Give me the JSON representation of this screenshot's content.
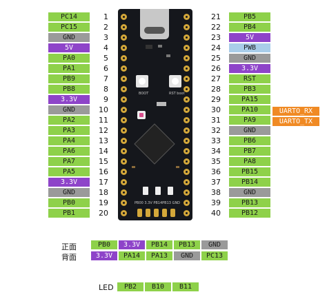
{
  "left_pins": [
    {
      "num": "1",
      "label": "PC14",
      "color": "green"
    },
    {
      "num": "2",
      "label": "PC15",
      "color": "green"
    },
    {
      "num": "3",
      "label": "GND",
      "color": "gray"
    },
    {
      "num": "4",
      "label": "5V",
      "color": "purple"
    },
    {
      "num": "5",
      "label": "PA0",
      "color": "green"
    },
    {
      "num": "6",
      "label": "PA1",
      "color": "green"
    },
    {
      "num": "7",
      "label": "PB9",
      "color": "green"
    },
    {
      "num": "8",
      "label": "PB8",
      "color": "green"
    },
    {
      "num": "9",
      "label": "3.3V",
      "color": "purple"
    },
    {
      "num": "10",
      "label": "GND",
      "color": "gray"
    },
    {
      "num": "11",
      "label": "PA2",
      "color": "green"
    },
    {
      "num": "12",
      "label": "PA3",
      "color": "green"
    },
    {
      "num": "13",
      "label": "PA4",
      "color": "green"
    },
    {
      "num": "14",
      "label": "PA6",
      "color": "green"
    },
    {
      "num": "15",
      "label": "PA7",
      "color": "green"
    },
    {
      "num": "16",
      "label": "PA5",
      "color": "green"
    },
    {
      "num": "17",
      "label": "3.3V",
      "color": "purple"
    },
    {
      "num": "18",
      "label": "GND",
      "color": "gray"
    },
    {
      "num": "19",
      "label": "PB0",
      "color": "green"
    },
    {
      "num": "20",
      "label": "PB1",
      "color": "green"
    }
  ],
  "right_pins": [
    {
      "num": "21",
      "label": "PB5",
      "color": "green"
    },
    {
      "num": "22",
      "label": "PB4",
      "color": "green"
    },
    {
      "num": "23",
      "label": "5V",
      "color": "purple"
    },
    {
      "num": "24",
      "label": "PWB",
      "color": "lightblue"
    },
    {
      "num": "25",
      "label": "GND",
      "color": "gray"
    },
    {
      "num": "26",
      "label": "3.3V",
      "color": "purple"
    },
    {
      "num": "27",
      "label": "RST",
      "color": "green"
    },
    {
      "num": "28",
      "label": "PB3",
      "color": "green"
    },
    {
      "num": "29",
      "label": "PA15",
      "color": "green"
    },
    {
      "num": "30",
      "label": "PA10",
      "color": "green"
    },
    {
      "num": "31",
      "label": "PA9",
      "color": "green"
    },
    {
      "num": "32",
      "label": "GND",
      "color": "gray"
    },
    {
      "num": "33",
      "label": "PB6",
      "color": "green"
    },
    {
      "num": "34",
      "label": "PB7",
      "color": "green"
    },
    {
      "num": "35",
      "label": "PA8",
      "color": "green"
    },
    {
      "num": "36",
      "label": "PB15",
      "color": "green"
    },
    {
      "num": "37",
      "label": "PB14",
      "color": "green"
    },
    {
      "num": "38",
      "label": "GND",
      "color": "gray"
    },
    {
      "num": "39",
      "label": "PB13",
      "color": "green"
    },
    {
      "num": "40",
      "label": "PB12",
      "color": "green"
    }
  ],
  "uart": {
    "rx": "UARTO_RX",
    "tx": "UARTO_TX"
  },
  "board": {
    "boot_label": "BOOT",
    "rst_label": "RST boot",
    "bottom_header_label": "PB00 3.3V PB14PB13 GND"
  },
  "front_row": {
    "title": "正面",
    "pins": [
      {
        "label": "PB0",
        "color": "green"
      },
      {
        "label": "3.3V",
        "color": "purple"
      },
      {
        "label": "PB14",
        "color": "green"
      },
      {
        "label": "PB13",
        "color": "green"
      },
      {
        "label": "GND",
        "color": "gray"
      }
    ]
  },
  "back_row": {
    "title": "背面",
    "pins": [
      {
        "label": "3.3V",
        "color": "purple"
      },
      {
        "label": "PA14",
        "color": "green"
      },
      {
        "label": "PA13",
        "color": "green"
      },
      {
        "label": "GND",
        "color": "gray"
      },
      {
        "label": "PC13",
        "color": "green"
      }
    ]
  },
  "led_row": {
    "title": "LED",
    "pins": [
      {
        "label": "PB2",
        "color": "green"
      },
      {
        "label": "B10",
        "color": "green"
      },
      {
        "label": "B11",
        "color": "green"
      }
    ]
  },
  "colors": {
    "green": "#8ed14a",
    "purple": "#8e44c9",
    "gray": "#9a9a9a",
    "lightblue": "#a9cde9",
    "orange": "#f08a24",
    "board": "#15171c",
    "pad": "#d4a83a"
  }
}
